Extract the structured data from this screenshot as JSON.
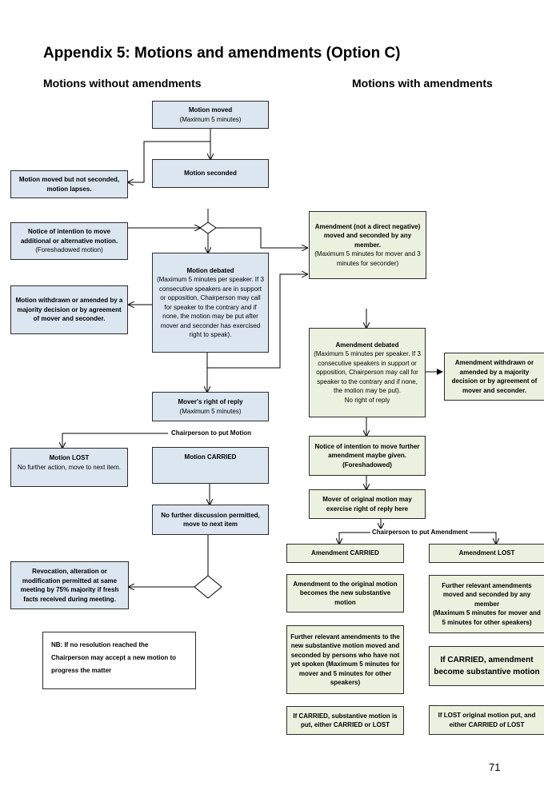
{
  "title": "Appendix 5: Motions and amendments (Option C)",
  "left_heading": "Motions without amendments",
  "right_heading": "Motions with amendments",
  "boxes": {
    "motion_moved": {
      "title": "Motion moved",
      "text": "(Maximum 5 minutes)"
    },
    "motion_seconded": {
      "title": "Motion seconded"
    },
    "not_seconded": {
      "title": "Motion moved but not seconded, motion lapses."
    },
    "foreshadowed": {
      "title": "Notice of intention to move additional or alternative motion.",
      "text": "(Foreshadowed motion)"
    },
    "motion_debated": {
      "title": "Motion debated",
      "text": "(Maximum 5 minutes per speaker. If 3 consecutive speakers are in support or opposition, Chairperson may call for speaker to the contrary and if none, the motion may be put after mover and seconder has exercised right to speak)."
    },
    "motion_withdrawn": {
      "title": "Motion withdrawn or amended by a majority decision or by agreement of mover and seconder."
    },
    "movers_reply": {
      "title": "Mover's right of reply",
      "text": "(Maximum 5 minutes)"
    },
    "motion_lost": {
      "title": "Motion LOST",
      "text": "No further action, move to next item."
    },
    "motion_carried": {
      "title": "Motion CARRIED"
    },
    "no_further": {
      "title": "No further discussion permitted, move to next item"
    },
    "revocation": {
      "title": "Revocation, alteration or modification permitted at same meeting by 75% majority if fresh facts received during meeting."
    },
    "amendment_moved": {
      "title": "Amendment (not a direct negative) moved and seconded by any member.",
      "text": "(Maximum 5 minutes for mover and 3 minutes for seconder)"
    },
    "amendment_debated": {
      "title": "Amendment debated",
      "text": "(Maximum 5 minutes per speaker. If 3 consecutive speakers in support or opposition, Chairperson may call for speaker to the contrary and if none, the motion may be put).",
      "text2": "No right of reply"
    },
    "amendment_withdrawn": {
      "title": "Amendment withdrawn or amended by a majority decision or by agreement of mover and seconder."
    },
    "further_amendment_notice": {
      "title": "Notice of intention to move further amendment maybe given. (Foreshadowed)"
    },
    "mover_original": {
      "title": "Mover of original motion may exercise right of reply here"
    },
    "amendment_carried": {
      "title": "Amendment CARRIED"
    },
    "amendment_lost": {
      "title": "Amendment LOST"
    },
    "becomes_substantive": {
      "title": "Amendment to the original motion becomes the new substantive motion"
    },
    "further_relevant_right": {
      "title": "Further relevant amendments moved and seconded by any member",
      "text": "(Maximum 5 minutes for mover and 5 minutes for other speakers)"
    },
    "further_relevant_left": {
      "title": "Further relevant amendments to the new substantive motion moved and seconded by persons who have not yet spoken (Maximum 5 minutes for mover and 5 minutes for other speakers)"
    },
    "if_carried_amend": {
      "title": "If CARRIED, amendment become substantive motion"
    },
    "if_carried_subst": {
      "title": "If CARRIED, substantive motion is put, either CARRIED or LOST"
    },
    "if_lost_original": {
      "title": "If LOST original motion put, and either CARRIED of LOST"
    }
  },
  "labels": {
    "chair_motion": "Chairperson to put Motion",
    "chair_amendment": "Chairperson to put Amendment"
  },
  "note": "NB: If no resolution reached the Chairperson may accept a new motion to progress the matter",
  "page_number": "71"
}
